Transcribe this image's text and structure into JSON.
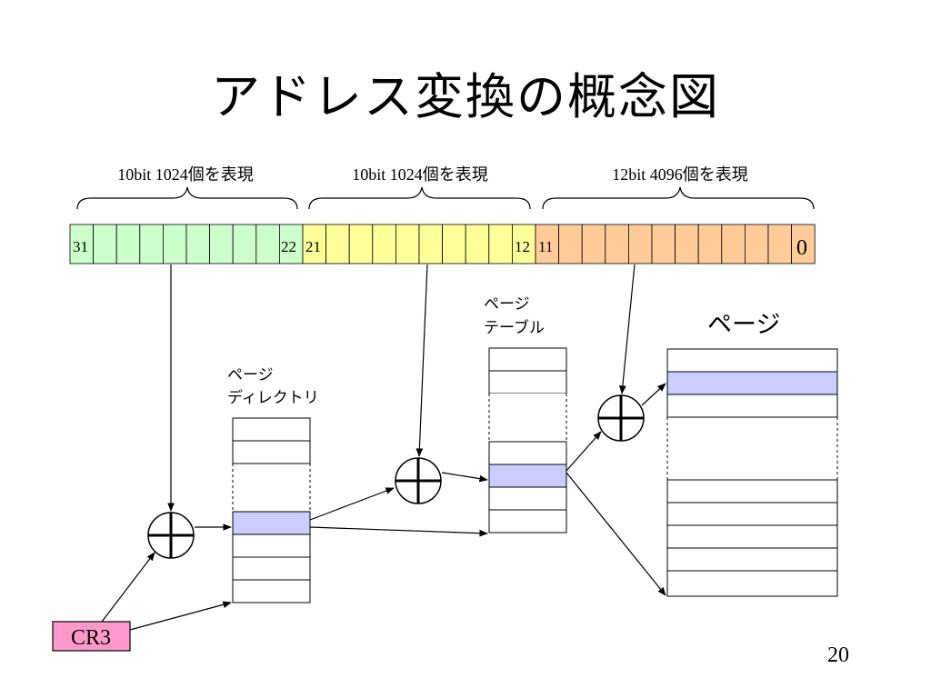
{
  "title": "アドレス変換の概念図",
  "page_number": "20",
  "segments": [
    {
      "label": "10bit 1024個を表現",
      "high_bit": "31",
      "low_bit": "22",
      "color": "#ccffcc"
    },
    {
      "label": "10bit 1024個を表現",
      "high_bit": "21",
      "low_bit": "12",
      "color": "#ffff99"
    },
    {
      "label": "12bit 4096個を表現",
      "high_bit": "11",
      "low_bit": "0",
      "color": "#ffcc99"
    }
  ],
  "tables": {
    "directory_label_line1": "ページ",
    "directory_label_line2": "ディレクトリ",
    "page_table_label_line1": "ページ",
    "page_table_label_line2": "テーブル",
    "page_label": "ページ"
  },
  "cr3_label": "CR3",
  "colors": {
    "highlight": "#ccccff",
    "cr3_fill": "#ff99cc",
    "line": "#000000"
  }
}
